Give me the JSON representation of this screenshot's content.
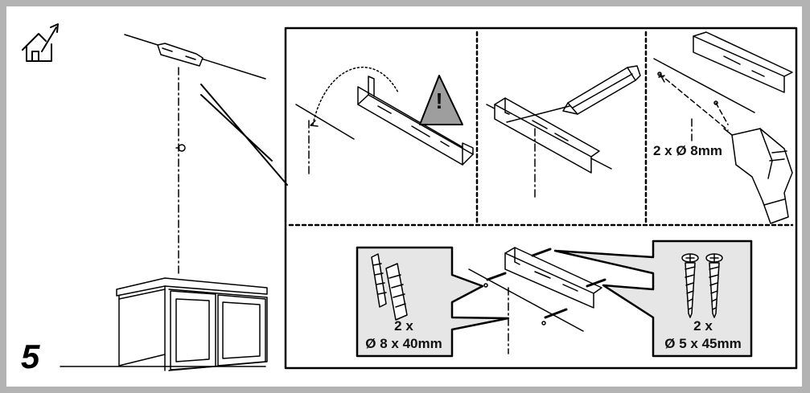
{
  "step": {
    "number": "5"
  },
  "icons": {
    "room_ventilation": "house-with-outward-arrow-icon",
    "warning": "warning-triangle-icon",
    "pencil": "pencil-icon",
    "drill": "drill-icon",
    "wall_anchor": "wall-plug-icon",
    "screw": "screw-icon"
  },
  "panels": {
    "drill": {
      "label": "2 x Ø 8mm"
    },
    "anchors": {
      "quantity": "2 x",
      "size": "Ø 8 x 40mm"
    },
    "screws": {
      "quantity": "2 x",
      "size": "Ø 5 x 45mm"
    },
    "warning": {
      "symbol": "!"
    }
  },
  "colors": {
    "frame": "#b3b3b3",
    "panel_fill": "#e6e6e6",
    "warning_fill": "#9e9e9e",
    "line": "#000000"
  }
}
